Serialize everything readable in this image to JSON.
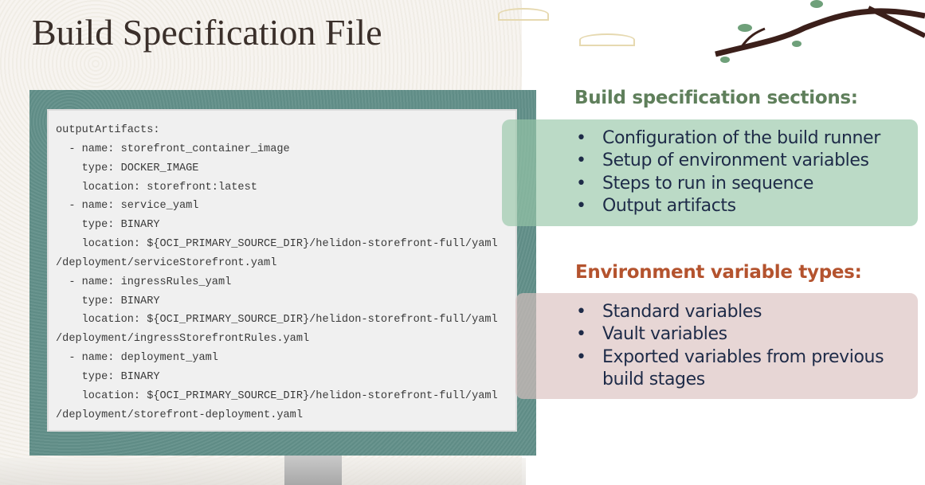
{
  "slide": {
    "title": "Build Specification File",
    "code_lines": [
      "outputArtifacts:",
      "  - name: storefront_container_image",
      "    type: DOCKER_IMAGE",
      "    location: storefront:latest",
      "  - name: service_yaml",
      "    type: BINARY",
      "    location: ${OCI_PRIMARY_SOURCE_DIR}/helidon-storefront-full/yaml",
      "/deployment/serviceStorefront.yaml",
      "  - name: ingressRules_yaml",
      "    type: BINARY",
      "    location: ${OCI_PRIMARY_SOURCE_DIR}/helidon-storefront-full/yaml",
      "/deployment/ingressStorefrontRules.yaml",
      "  - name: deployment_yaml",
      "    type: BINARY",
      "    location: ${OCI_PRIMARY_SOURCE_DIR}/helidon-storefront-full/yaml",
      "/deployment/storefront-deployment.yaml"
    ],
    "sections": {
      "heading": "Build specification sections:",
      "items": [
        "Configuration of the build runner",
        "Setup of environment variables",
        "Steps to run in sequence",
        "Output artifacts"
      ]
    },
    "env_types": {
      "heading": "Environment variable types:",
      "items": [
        "Standard variables",
        "Vault variables",
        "Exported variables from previous build stages"
      ]
    }
  },
  "colors": {
    "green_heading": "#5f7f5b",
    "red_heading": "#b4532e",
    "monitor": "#62908a"
  }
}
